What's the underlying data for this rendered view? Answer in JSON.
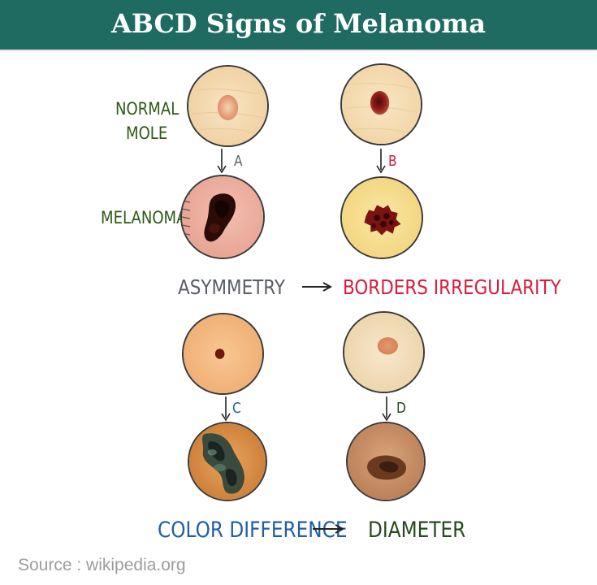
{
  "header": {
    "title": "ABCD Signs of Melanoma",
    "background": "#1f6b61"
  },
  "labels": {
    "normal_line1": "NORMAL",
    "normal_line2": "MOLE",
    "melanoma": "MELANOMA",
    "letter_a": "A",
    "letter_b": "B",
    "letter_c": "C",
    "letter_d": "D",
    "asymmetry": "ASYMMETRY",
    "borders": "BORDERS IRREGULARITY",
    "color_difference": "COLOR DIFFERENCE",
    "diameter": "DIAMETER"
  },
  "colors": {
    "green_text": "#2e5a14",
    "gray_text": "#5a5e66",
    "red_text": "#d81e3d",
    "blue_text": "#1f5fa6",
    "dark_green_text": "#264a1c"
  },
  "source": "Source : wikipedia.org"
}
